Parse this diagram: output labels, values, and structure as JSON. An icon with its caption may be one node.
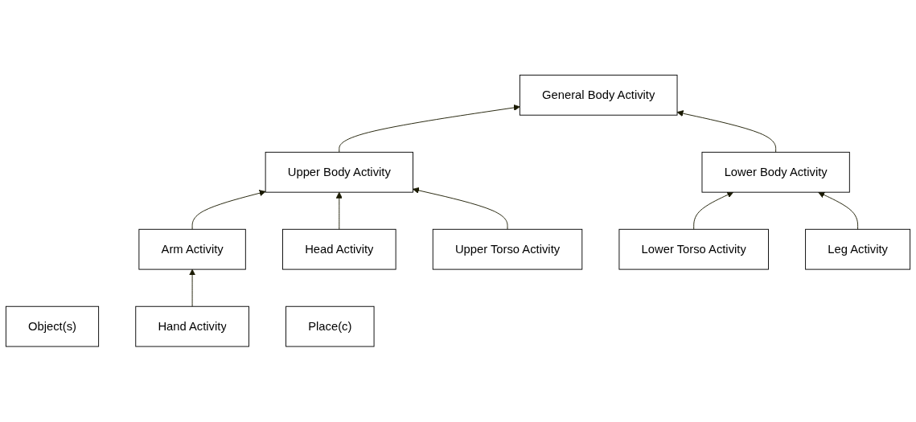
{
  "diagram": {
    "nodes": [
      {
        "text": [
          "Object(s)"
        ]
      },
      {
        "text": [
          "General Body Activity"
        ]
      },
      {
        "text": [
          "Upper Body Activity"
        ]
      },
      {
        "text": [
          "Lower Body Activity"
        ]
      },
      {
        "text": [
          "Arm Activity"
        ]
      },
      {
        "text": [
          "Hand Activity"
        ]
      },
      {
        "text": [
          "Head Activity"
        ]
      },
      {
        "text": [
          "Upper Torso Activity"
        ]
      },
      {
        "text": [
          "Lower Torso Activity"
        ]
      },
      {
        "text": [
          "Leg Activity"
        ]
      },
      {
        "text": [
          "Place(c)"
        ]
      }
    ],
    "edges": [
      {
        "from": 2,
        "to": 1,
        "arrow": "to"
      },
      {
        "from": 3,
        "to": 1,
        "arrow": "to"
      },
      {
        "from": 4,
        "to": 2,
        "arrow": "to"
      },
      {
        "from": 6,
        "to": 2,
        "arrow": "to"
      },
      {
        "from": 7,
        "to": 2,
        "arrow": "to"
      },
      {
        "from": 8,
        "to": 3,
        "arrow": "to"
      },
      {
        "from": 9,
        "to": 3,
        "arrow": "to"
      },
      {
        "from": 5,
        "to": 4,
        "arrow": "to"
      }
    ]
  }
}
